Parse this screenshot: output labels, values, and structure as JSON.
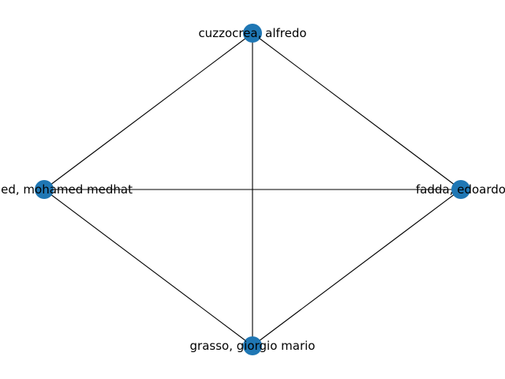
{
  "graph": {
    "node_color": "#1f77b4",
    "edge_color": "#000000",
    "nodes": [
      {
        "id": "cuzzocrea",
        "label": "cuzzocrea, alfredo"
      },
      {
        "id": "fadda",
        "label": "fadda, edoardo"
      },
      {
        "id": "grasso",
        "label": "grasso, giorgio mario"
      },
      {
        "id": "mohamed",
        "label": "mohamed, mohamed medhat"
      }
    ],
    "edges": [
      [
        "cuzzocrea",
        "mohamed"
      ],
      [
        "cuzzocrea",
        "fadda"
      ],
      [
        "cuzzocrea",
        "grasso"
      ],
      [
        "mohamed",
        "fadda"
      ],
      [
        "mohamed",
        "grasso"
      ],
      [
        "fadda",
        "grasso"
      ]
    ]
  }
}
